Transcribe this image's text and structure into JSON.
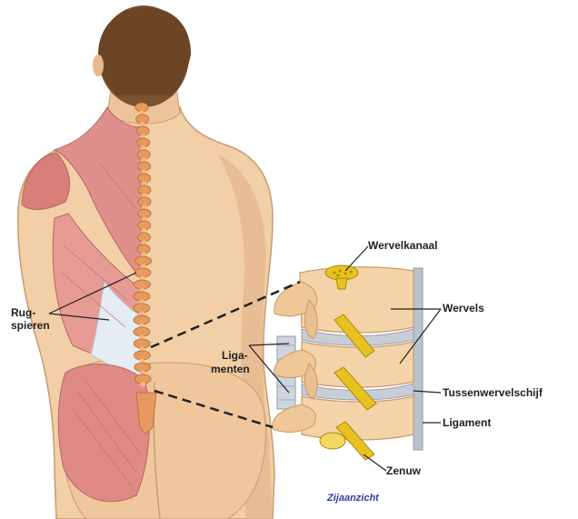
{
  "labels": {
    "wervelkanaal": "Wervelkanaal",
    "wervels": "Wervels",
    "rug_line1": "Rug-",
    "rug_line2": "spieren",
    "liga_line1": "Liga-",
    "liga_line2": "menten",
    "tussenwervelschijf": "Tussenwervelschijf",
    "ligament": "Ligament",
    "zenuw": "Zenuw"
  },
  "caption": "Zijaanzicht",
  "colors": {
    "skin": "#f2cfa6",
    "skin_shadow": "#dcae86",
    "muscle": "#e0908a",
    "muscle_dark": "#c56a66",
    "spine": "#e89a5e",
    "hair": "#7a5230",
    "bone": "#f4d3a8",
    "disc": "#c9cdd6",
    "ligament": "#b9c2cf",
    "nerve": "#e8c220",
    "caption": "#2a3f9a"
  }
}
